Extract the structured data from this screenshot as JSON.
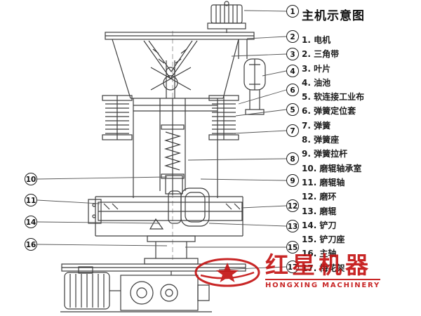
{
  "title": "主机示意图",
  "legend": {
    "items": [
      "1. 电机",
      "2. 三角带",
      "3. 叶片",
      "4. 油池",
      "5. 软连接工业布",
      "6. 弹簧定位套",
      "7. 弹簧",
      "8. 弹簧座",
      "9. 弹簧拉杆",
      "10. 磨辊轴承室",
      "11. 磨辊轴",
      "12. 磨环",
      "13. 磨辊",
      "14. 铲刀",
      "15. 铲刀座",
      "16. 主轴",
      "17. 梅花架"
    ]
  },
  "callouts": {
    "right": [
      "1",
      "2",
      "3",
      "4",
      "6",
      "5",
      "7",
      "8",
      "9",
      "12",
      "13",
      "15",
      "17"
    ],
    "left": [
      "10",
      "11",
      "14",
      "16"
    ]
  },
  "watermark": {
    "brand_cn": "红星机器",
    "brand_en": "HONGXING MACHINERY",
    "logo": "star-icon",
    "color": "#c41414"
  }
}
